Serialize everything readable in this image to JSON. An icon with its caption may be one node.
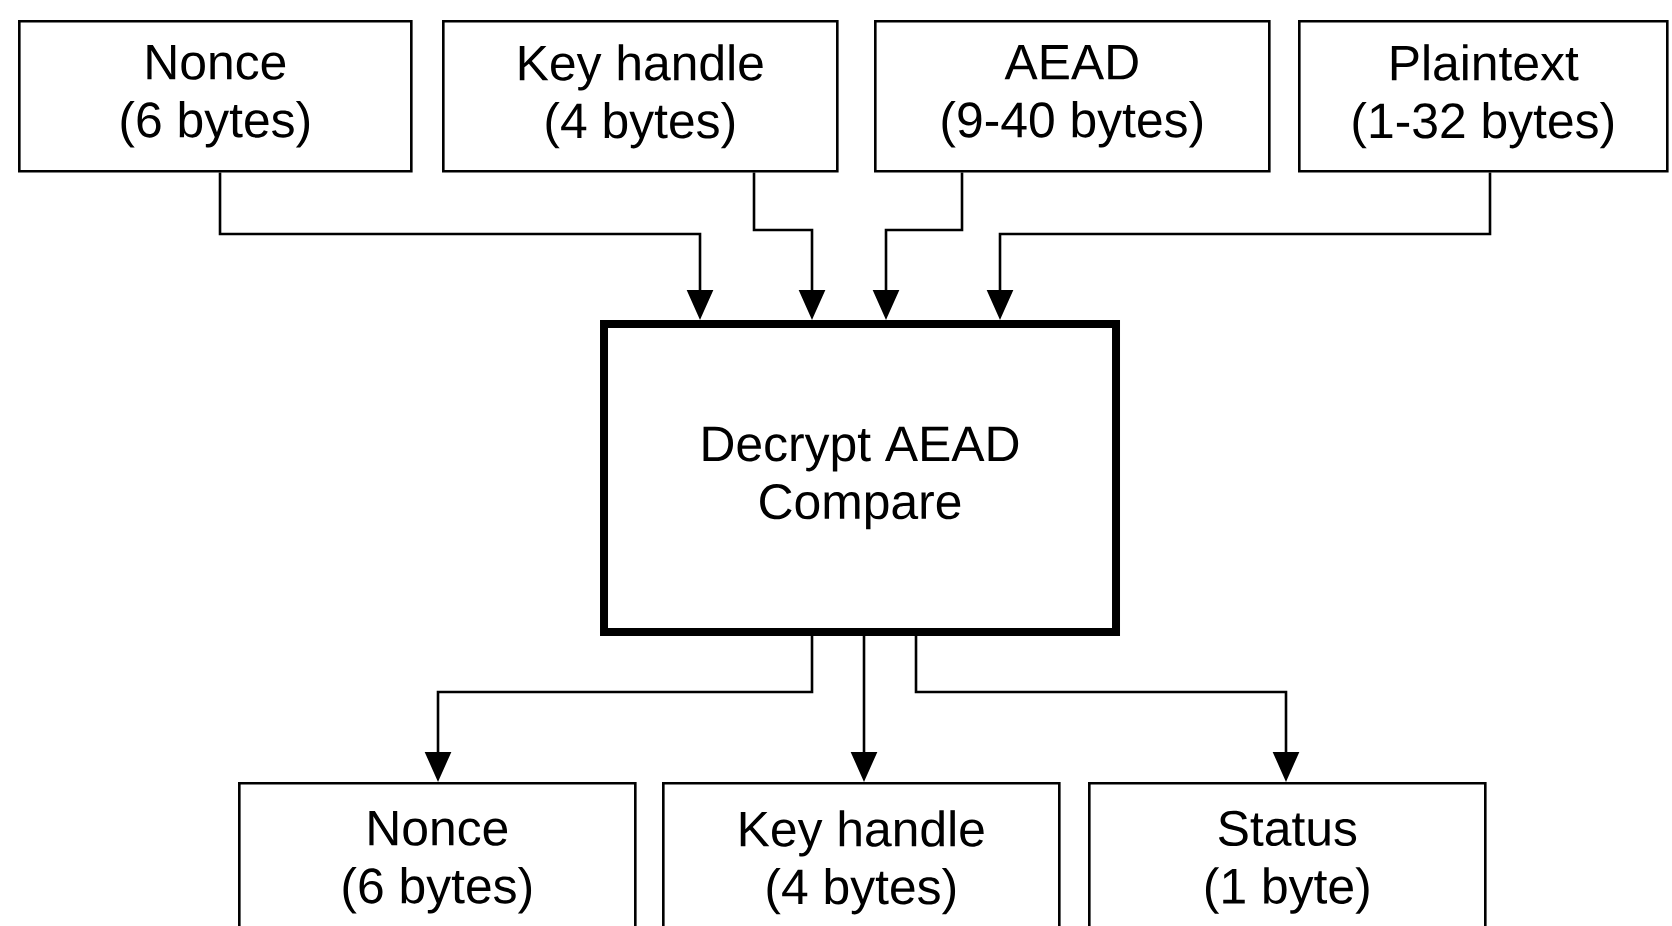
{
  "diagram": {
    "nodes": [
      {
        "text": [
          "Nonce",
          "(6 bytes)"
        ]
      },
      {
        "text": [
          "Key handle",
          "(4 bytes)"
        ]
      },
      {
        "text": [
          "AEAD",
          "(9-40 bytes)"
        ]
      },
      {
        "text": [
          "Plaintext",
          "(1-32 bytes)"
        ]
      },
      {
        "text": [
          "Decrypt AEAD",
          "Compare"
        ]
      },
      {
        "text": [
          "Nonce",
          "(6 bytes)"
        ]
      },
      {
        "text": [
          "Key handle",
          "(4 bytes)"
        ]
      },
      {
        "text": [
          "Status",
          "(1 byte)"
        ]
      }
    ],
    "edges": [
      {
        "from": 0,
        "to": 4,
        "arrow": "to"
      },
      {
        "from": 1,
        "to": 4,
        "arrow": "to"
      },
      {
        "from": 2,
        "to": 4,
        "arrow": "to"
      },
      {
        "from": 3,
        "to": 4,
        "arrow": "to"
      },
      {
        "from": 4,
        "to": 5,
        "arrow": "to"
      },
      {
        "from": 4,
        "to": 6,
        "arrow": "to"
      },
      {
        "from": 4,
        "to": 7,
        "arrow": "to"
      }
    ]
  }
}
